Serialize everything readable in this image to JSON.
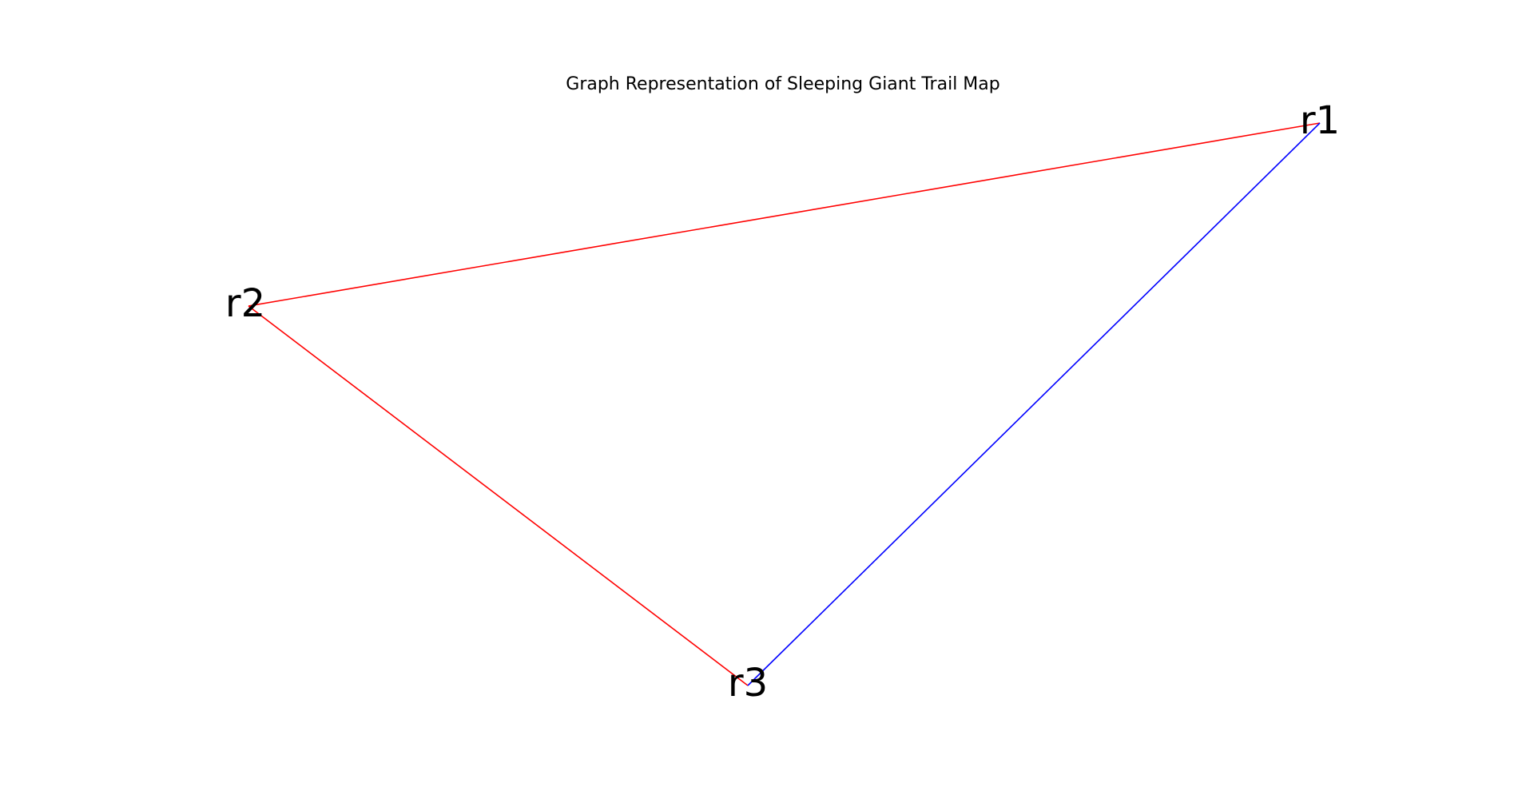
{
  "title": "Graph Representation of Sleeping Giant Trail Map",
  "nodes": [
    {
      "id": "r1",
      "label": "r1"
    },
    {
      "id": "r2",
      "label": "r2"
    },
    {
      "id": "r3",
      "label": "r3"
    }
  ],
  "edges": [
    {
      "source": "r2",
      "target": "r1",
      "color": "#ff0000"
    },
    {
      "source": "r2",
      "target": "r3",
      "color": "#ff0000"
    },
    {
      "source": "r3",
      "target": "r1",
      "color": "#0000ff"
    }
  ]
}
